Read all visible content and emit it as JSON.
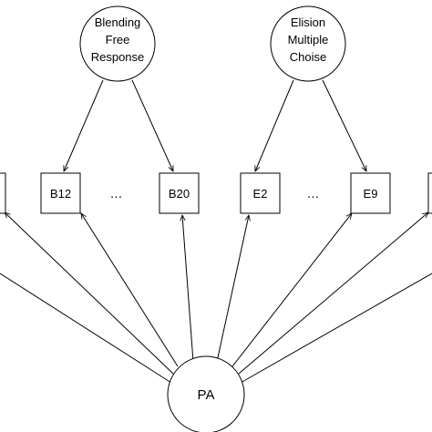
{
  "factors": [
    {
      "id": "blending",
      "lines": [
        "Blending",
        "Free",
        "Response"
      ]
    },
    {
      "id": "elision",
      "lines": [
        "Elision",
        "Multiple",
        "Choise"
      ]
    }
  ],
  "indicators": [
    {
      "id": "b12",
      "label": "B12"
    },
    {
      "id": "b20",
      "label": "B20"
    },
    {
      "id": "e2",
      "label": "E2"
    },
    {
      "id": "e9",
      "label": "E9"
    }
  ],
  "ellipses": [
    "…",
    "…"
  ],
  "general_factor": {
    "label": "PA"
  }
}
